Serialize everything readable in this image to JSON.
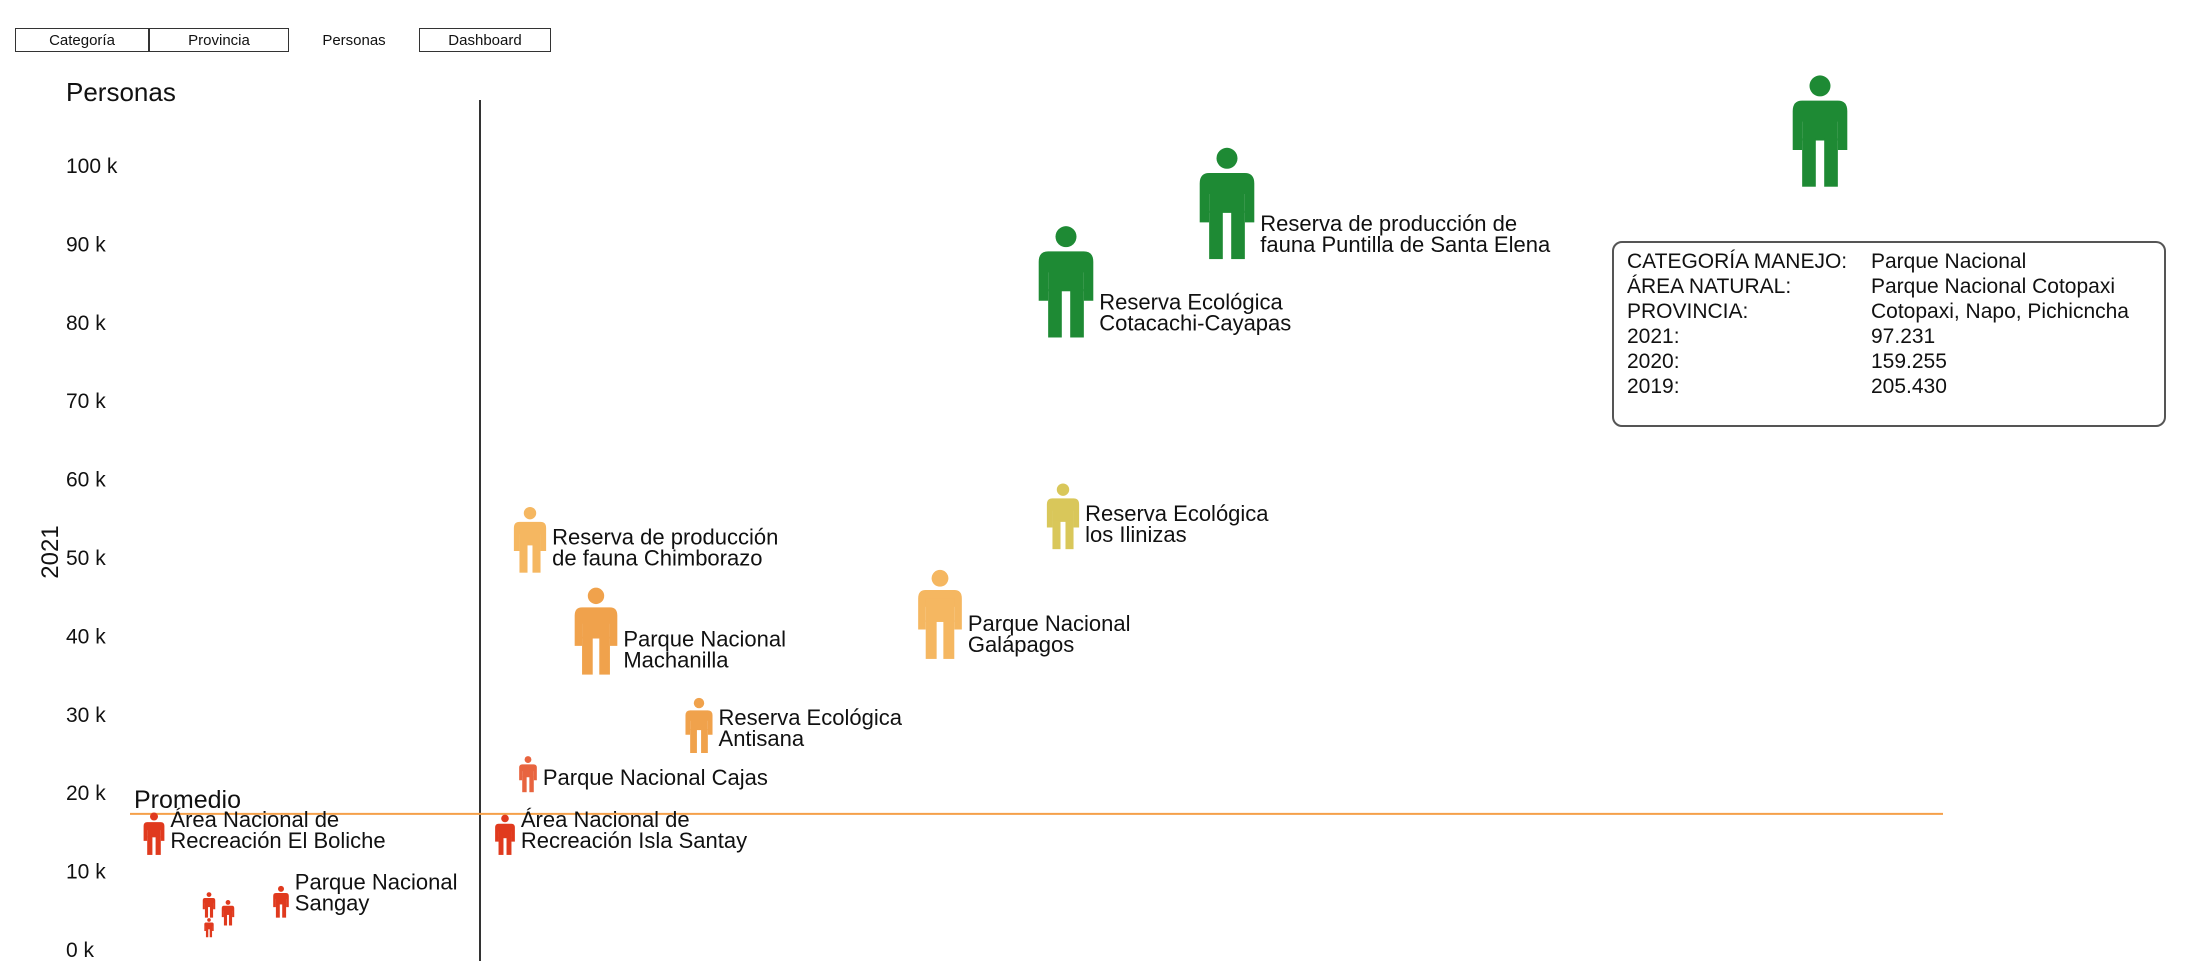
{
  "tabs": [
    {
      "label": "Categoría",
      "active": false
    },
    {
      "label": "Provincia",
      "active": false
    },
    {
      "label": "Personas",
      "active": true
    },
    {
      "label": "Dashboard",
      "active": false
    }
  ],
  "colors": {
    "red": "#e03a1e",
    "orange_red": "#e8643f",
    "orange": "#f0a24c",
    "light_orange": "#f5b761",
    "yellow": "#d9c75a",
    "green": "#1e8a34",
    "average_line": "#f5a04a",
    "axis": "#333333"
  },
  "chart_data": {
    "type": "scatter",
    "title": "Personas",
    "ylabel": "2021",
    "xlabel": "",
    "ylim": [
      0,
      110000
    ],
    "y_ticks": [
      {
        "value": 0,
        "label": "0 k"
      },
      {
        "value": 10000,
        "label": "10 k"
      },
      {
        "value": 20000,
        "label": "20 k"
      },
      {
        "value": 30000,
        "label": "30 k"
      },
      {
        "value": 40000,
        "label": "40 k"
      },
      {
        "value": 50000,
        "label": "50 k"
      },
      {
        "value": 60000,
        "label": "60 k"
      },
      {
        "value": 70000,
        "label": "70 k"
      },
      {
        "value": 80000,
        "label": "80 k"
      },
      {
        "value": 90000,
        "label": "90 k"
      },
      {
        "value": 100000,
        "label": "100 k"
      }
    ],
    "average": {
      "value": 18000,
      "label": "Promedio"
    },
    "points": [
      {
        "label": [
          "Área Nacional de",
          "Recreación El Boliche"
        ],
        "value": 12000,
        "color": "#e03a1e"
      },
      {
        "label": [],
        "value": 4000,
        "color": "#e03a1e"
      },
      {
        "label": [],
        "value": 3000,
        "color": "#e03a1e"
      },
      {
        "label": [],
        "value": 1500,
        "color": "#e03a1e"
      },
      {
        "label": [
          "Parque Nacional",
          "Sangay"
        ],
        "value": 4000,
        "color": "#e03a1e"
      },
      {
        "label": [
          "Área Nacional de",
          "Recreación Isla Santay"
        ],
        "value": 12000,
        "color": "#e03a1e"
      },
      {
        "label": [
          "Parque Nacional Cajas"
        ],
        "value": 20000,
        "color": "#e8643f"
      },
      {
        "label": [
          "Reserva de producción",
          "de fauna Chimborazo"
        ],
        "value": 48000,
        "color": "#f5b761"
      },
      {
        "label": [
          "Parque Nacional",
          "Machanilla"
        ],
        "value": 35000,
        "color": "#f0a24c"
      },
      {
        "label": [
          "Reserva Ecológica",
          "Antisana"
        ],
        "value": 25000,
        "color": "#f0a24c"
      },
      {
        "label": [
          "Parque Nacional",
          "Galápagos"
        ],
        "value": 37000,
        "color": "#f5b761"
      },
      {
        "label": [
          "Reserva Ecológica",
          "los Ilinizas"
        ],
        "value": 51000,
        "color": "#d9c75a"
      },
      {
        "label": [
          "Reserva Ecológica",
          "Cotacachi-Cayapas"
        ],
        "value": 78000,
        "color": "#1e8a34"
      },
      {
        "label": [
          "Reserva de producción de",
          "fauna Puntilla de Santa Elena"
        ],
        "value": 88000,
        "color": "#1e8a34"
      },
      {
        "label": [],
        "value": 97231,
        "color": "#1e8a34"
      }
    ]
  },
  "tooltip": {
    "rows": [
      {
        "label": "CATEGORÍA MANEJO:",
        "value": "Parque Nacional"
      },
      {
        "label": "ÁREA NATURAL:",
        "value": "Parque Nacional Cotopaxi"
      },
      {
        "label": "PROVINCIA:",
        "value": "Cotopaxi, Napo, Pichicncha"
      },
      {
        "label": "2021:",
        "value": "97.231"
      },
      {
        "label": "2020:",
        "value": "159.255"
      },
      {
        "label": "2019:",
        "value": "205.430"
      }
    ]
  }
}
